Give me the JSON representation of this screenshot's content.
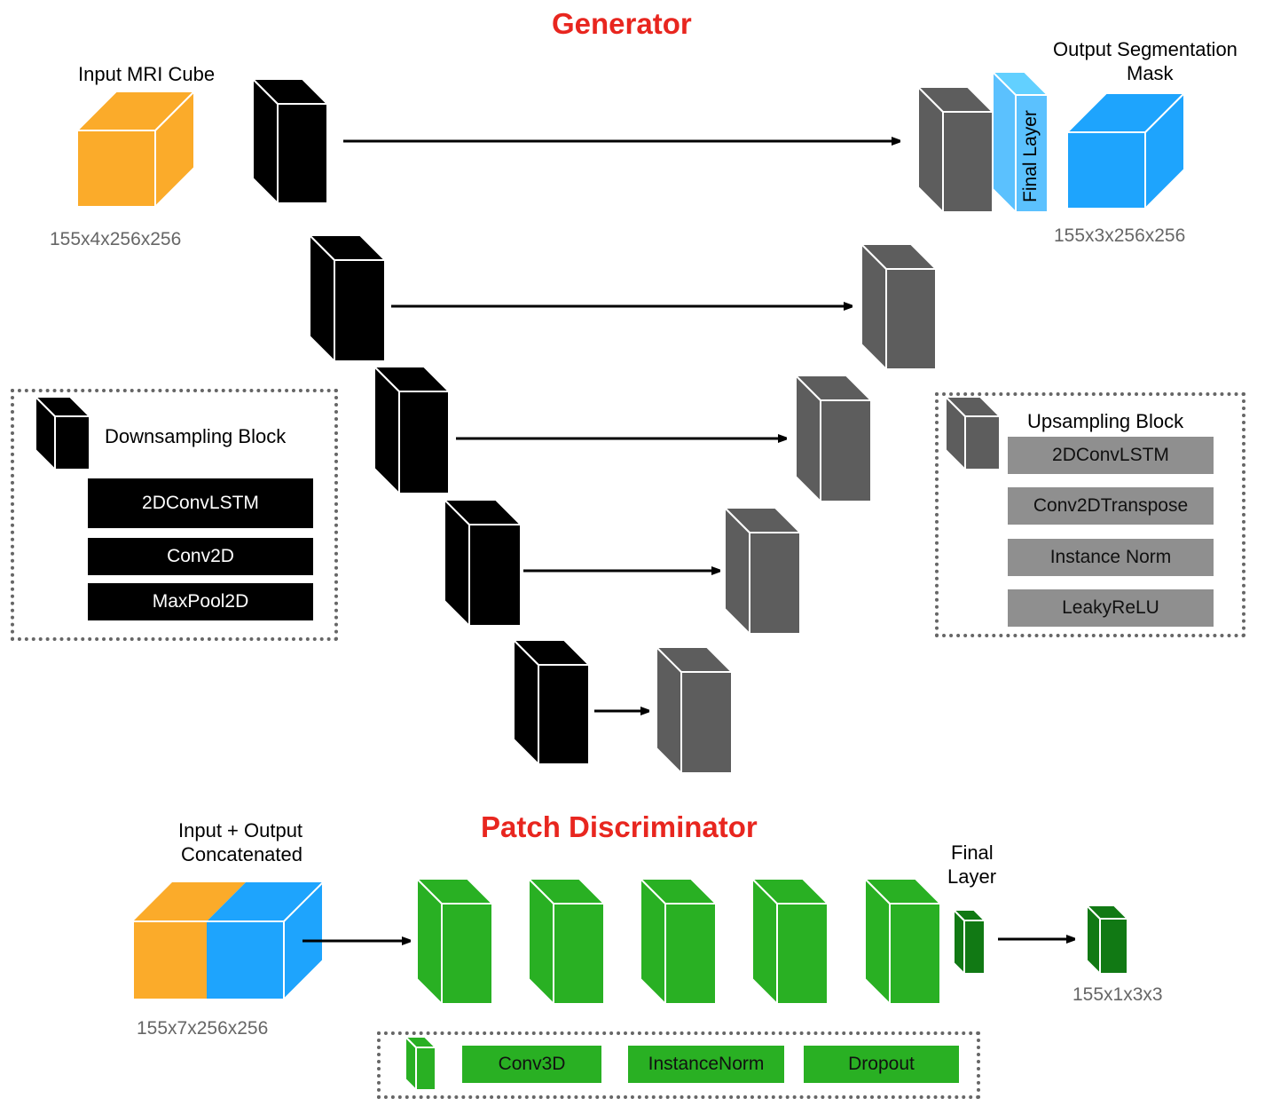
{
  "generator": {
    "title": "Generator",
    "input_label": "Input MRI Cube",
    "input_dims": "155x4x256x256",
    "output_label_line1": "Output Segmentation",
    "output_label_line2": "Mask",
    "output_dims": "155x3x256x256",
    "final_layer_label": "Final Layer"
  },
  "downsampling_legend": {
    "title": "Downsampling Block",
    "layers": [
      "2DConvLSTM",
      "Conv2D",
      "MaxPool2D"
    ]
  },
  "upsampling_legend": {
    "title": "Upsampling Block",
    "layers": [
      "2DConvLSTM",
      "Conv2DTranspose",
      "Instance Norm",
      "LeakyReLU"
    ]
  },
  "discriminator": {
    "title": "Patch Discriminator",
    "input_label_line1": "Input + Output",
    "input_label_line2": "Concatenated",
    "input_dims": "155x7x256x256",
    "final_label_line1": "Final",
    "final_label_line2": "Layer",
    "output_dims": "155x1x3x3",
    "legend_layers": [
      "Conv3D",
      "InstanceNorm",
      "Dropout"
    ]
  },
  "colors": {
    "input_orange": "#fbab2a",
    "output_blue": "#1ea4fd",
    "final_layer_blue": "#5bc1fe",
    "down_black": "#000000",
    "up_gray": "#5d5d5d",
    "disc_green": "#29b023",
    "disc_final_green": "#117914",
    "title_red": "#e8261f"
  }
}
